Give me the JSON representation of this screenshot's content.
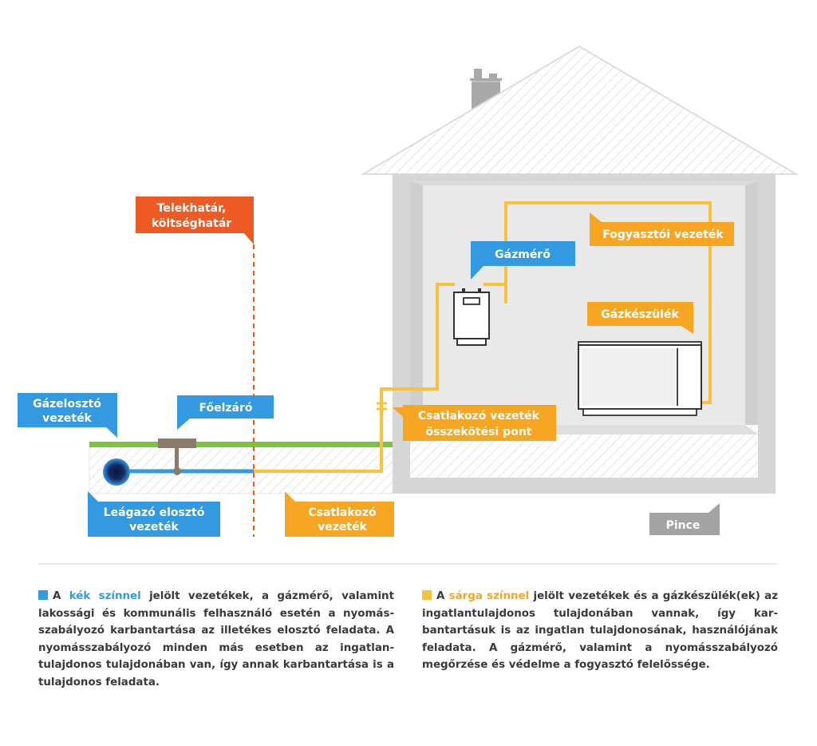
{
  "labels": {
    "telekhatar": [
      "Telekhatár,",
      "költséghatár"
    ],
    "gazmero": "Gázmérő",
    "fogyasztoi": "Fogyasztói vezeték",
    "gazkeszulek": "Gázkészülék",
    "gazeloszto": [
      "Gázelosztó",
      "vezeték"
    ],
    "fozelzaro": "Főelzáró",
    "csatlakozo_pont": [
      "Csatlakozó vezeték",
      "összekötési pont"
    ],
    "leagazo": [
      "Leágazó elosztó",
      "vezeték"
    ],
    "csatlakozo": [
      "Csatlakozó",
      "vezeték"
    ],
    "pince": "Pince"
  },
  "legend": {
    "left": {
      "pre": "A ",
      "highlight": "kék színnel",
      "post": " jelölt vezetékek, a gázmérő, valamint lakossági és kommunális felhasználó esetén a nyomás­szabályozó karbantartása az illetékes elosztó feladata. A nyomásszabályozó minden más esetben az ingatlan­tulajdonos tulajdonában van, így annak karbantartása is a tulajdonos feladata."
    },
    "right": {
      "pre": "A ",
      "highlight": "sárga színnel",
      "post": " jelölt vezetékek és a gázkészülék(ek) az ingatlantulajdonos tulajdonában vannak, így kar­bantartásuk is az ingatlan tulajdonosának, használójá­nak feladata. A gázmérő, valamint a nyomásszabályozó megőrzése és védelme a fogyasztó felelőssége."
    }
  },
  "colors": {
    "blue": "#3399e0",
    "yellow": "#f9c23c",
    "orange_label": "#f6a623",
    "red_label": "#ee5a24",
    "green": "#7cc243",
    "gray_label": "#a3a3a3"
  }
}
